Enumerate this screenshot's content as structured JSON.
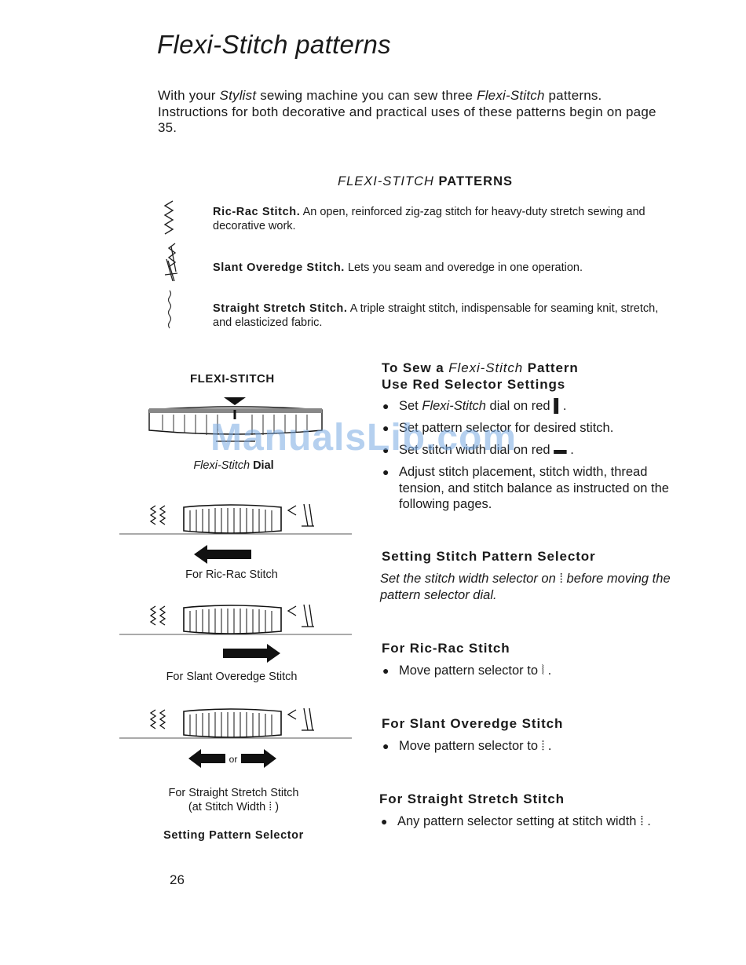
{
  "title": "Flexi-Stitch patterns",
  "intro": {
    "p1": "With your ",
    "brand": "Stylist",
    "p2": " sewing machine you can sew three ",
    "flexi": "Flexi-Stitch",
    "p3": " patterns. Instructions for both decorative and practical uses of these patterns begin on page 35."
  },
  "section_heading": {
    "italic": "FLEXI-STITCH",
    "bold": "PATTERNS"
  },
  "patterns": [
    {
      "name": "Ric-Rac Stitch.",
      "desc": " An open, reinforced zig-zag stitch for heavy-duty stretch sewing and decorative work.",
      "icon": "ric-rac-icon"
    },
    {
      "name": "Slant Overedge Stitch.",
      "desc": " Lets you seam and overedge in one operation.",
      "icon": "slant-overedge-icon"
    },
    {
      "name": "Straight Stretch Stitch.",
      "desc": " A triple straight stitch, indispensable for seaming knit, stretch, and elasticized fabric.",
      "icon": "straight-stretch-icon"
    }
  ],
  "dial_figure": {
    "label": "FLEXI-STITCH",
    "caption_italic": "Flexi-Stitch",
    "caption_rest": " Dial"
  },
  "selector_figures": [
    {
      "caption": "For Ric-Rac Stitch",
      "arrow": "left"
    },
    {
      "caption": "For Slant Overedge Stitch",
      "arrow": "right"
    },
    {
      "caption": "For Straight Stretch Stitch",
      "arrow": "both",
      "or_label": "or"
    }
  ],
  "final_caption": {
    "line1": "For Straight Stretch Stitch",
    "line2": "(at Stitch Width ⁞ )",
    "line3": "Setting Pattern Selector"
  },
  "to_sew": {
    "heading_1a": "To Sew a ",
    "heading_1b": "Flexi-Stitch",
    "heading_1c": " Pattern",
    "heading_2": "Use Red Selector Settings",
    "bullets": [
      {
        "pre": "Set ",
        "italic": "Flexi-Stitch",
        "post": " dial on red ▌."
      },
      {
        "pre": "Set pattern selector for desired stitch.",
        "italic": "",
        "post": ""
      },
      {
        "pre": "Set stitch width dial on red ▬ .",
        "italic": "",
        "post": ""
      },
      {
        "pre": "Adjust stitch placement, stitch width, thread tension, and stitch balance as instructed on the following pages.",
        "italic": "",
        "post": ""
      }
    ]
  },
  "setting_selector": {
    "heading": "Setting Stitch Pattern Selector",
    "note": "Set the stitch width selector on ⁞ before moving the pattern selector dial."
  },
  "ric_rac": {
    "heading": "For Ric-Rac Stitch",
    "bullet": "Move pattern selector to ⦚ ."
  },
  "slant": {
    "heading": "For Slant Overedge Stitch",
    "bullet": "Move pattern selector to ⦙ ."
  },
  "straight": {
    "heading": "For Straight Stretch Stitch",
    "bullet": "Any pattern selector setting at stitch width ⁞ ."
  },
  "page_number": "26",
  "watermark": "ManualsLib.com"
}
